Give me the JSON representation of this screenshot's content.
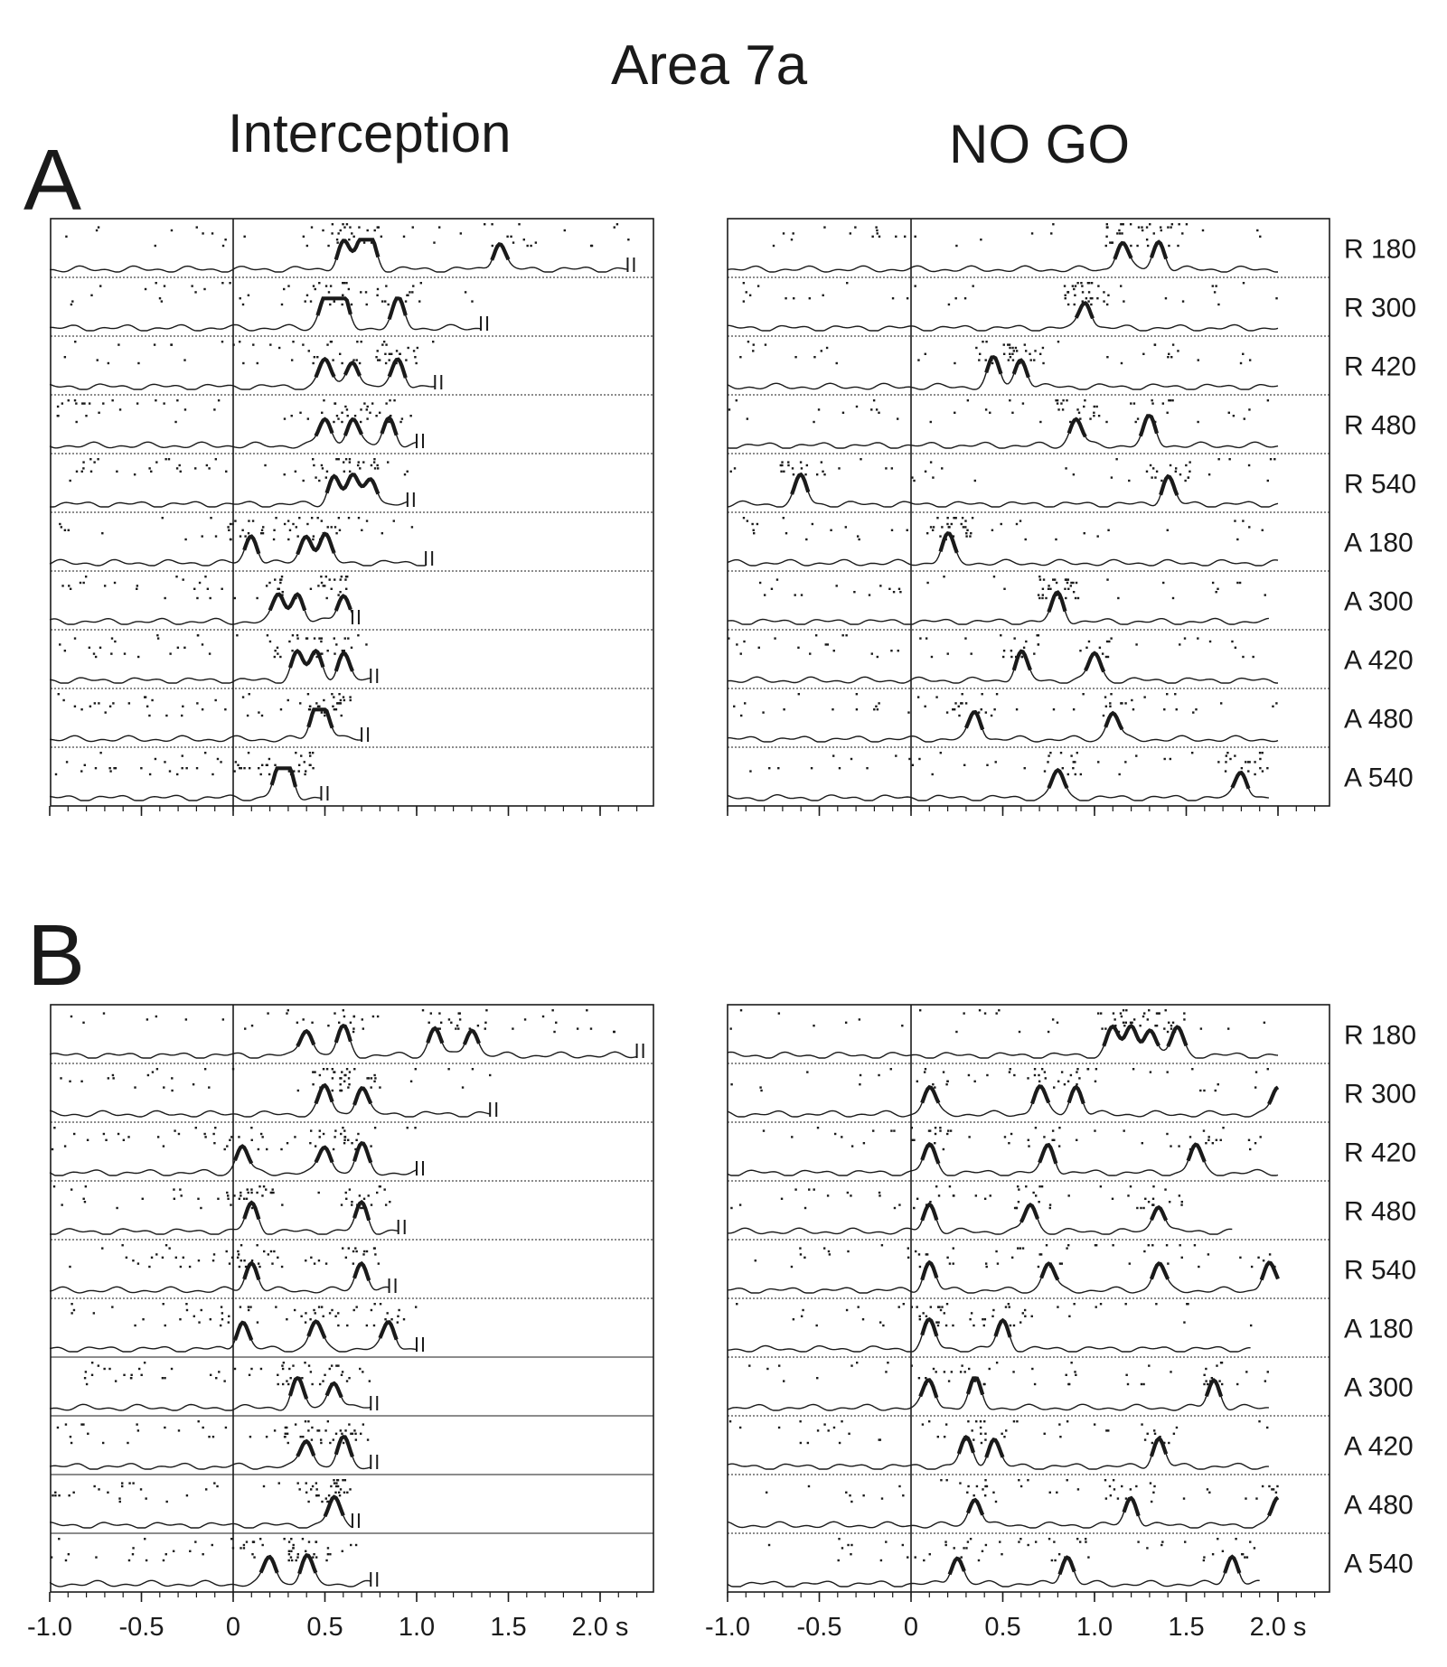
{
  "figure": {
    "title": "Area 7a",
    "columns": [
      "Interception",
      "NO GO"
    ],
    "panels": [
      "A",
      "B"
    ]
  },
  "colors": {
    "ink": "#1a1a1a",
    "background": "#ffffff"
  },
  "chart_data": [
    {
      "type": "raster-histogram",
      "panel": "A",
      "column": "Interception",
      "x_axis": {
        "range": [
          -1.0,
          2.2
        ],
        "ticks": [
          -1.0,
          -0.5,
          0,
          0.5,
          1.0,
          1.5,
          2.0
        ],
        "tick_labels": [
          "-1.0",
          "-0.5",
          "0",
          "0.5",
          "1.0",
          "1.5",
          "2.0 s"
        ]
      },
      "conditions": [
        "R 180",
        "R 300",
        "R 420",
        "R 480",
        "R 540",
        "A 180",
        "A 300",
        "A 420",
        "A 480",
        "A 540"
      ],
      "trial_end": [
        2.15,
        1.35,
        1.1,
        1.0,
        0.95,
        1.05,
        0.65,
        0.75,
        0.7,
        0.48
      ],
      "peaks": [
        [
          0.6,
          0.7,
          0.75,
          1.45
        ],
        [
          0.5,
          0.55,
          0.6,
          0.9
        ],
        [
          0.5,
          0.65,
          0.9
        ],
        [
          0.5,
          0.65,
          0.85
        ],
        [
          0.55,
          0.65,
          0.75
        ],
        [
          0.1,
          0.4,
          0.5
        ],
        [
          0.25,
          0.35,
          0.6
        ],
        [
          0.35,
          0.45,
          0.6
        ],
        [
          0.45,
          0.5
        ],
        [
          0.25,
          0.3
        ]
      ]
    },
    {
      "type": "raster-histogram",
      "panel": "A",
      "column": "NO GO",
      "x_axis": {
        "range": [
          -1.0,
          2.2
        ],
        "ticks": [
          -1.0,
          -0.5,
          0,
          0.5,
          1.0,
          1.5,
          2.0
        ],
        "tick_labels": [
          "-1.0",
          "-0.5",
          "0",
          "0.5",
          "1.0",
          "1.5",
          "2.0 s"
        ]
      },
      "conditions": [
        "R 180",
        "R 300",
        "R 420",
        "R 480",
        "R 540",
        "A 180",
        "A 300",
        "A 420",
        "A 480",
        "A 540"
      ],
      "trial_end": [
        2.0,
        2.0,
        2.0,
        2.0,
        2.0,
        2.0,
        1.95,
        2.0,
        2.0,
        1.95
      ],
      "peaks": [
        [
          1.15,
          1.35
        ],
        [
          0.95
        ],
        [
          0.45,
          0.6
        ],
        [
          0.9,
          1.3
        ],
        [
          -0.6,
          1.4
        ],
        [
          0.2
        ],
        [
          0.8
        ],
        [
          0.6,
          1.0
        ],
        [
          0.35,
          1.1
        ],
        [
          0.8,
          1.8
        ]
      ]
    },
    {
      "type": "raster-histogram",
      "panel": "B",
      "column": "Interception",
      "x_axis": {
        "range": [
          -1.0,
          2.2
        ],
        "ticks": [
          -1.0,
          -0.5,
          0,
          0.5,
          1.0,
          1.5,
          2.0
        ],
        "tick_labels": [
          "-1.0",
          "-0.5",
          "0",
          "0.5",
          "1.0",
          "1.5",
          "2.0 s"
        ]
      },
      "conditions": [
        "R 180",
        "R 300",
        "R 420",
        "R 480",
        "R 540",
        "A 180",
        "A 300",
        "A 420",
        "A 480",
        "A 540"
      ],
      "trial_end": [
        2.2,
        1.4,
        1.0,
        0.9,
        0.85,
        1.0,
        0.75,
        0.75,
        0.65,
        0.75
      ],
      "peaks": [
        [
          0.4,
          0.6,
          1.1,
          1.3
        ],
        [
          0.7,
          0.5
        ],
        [
          0.05,
          0.5,
          0.7
        ],
        [
          0.1,
          0.7
        ],
        [
          0.1,
          0.7
        ],
        [
          0.05,
          0.45,
          0.85
        ],
        [
          0.35,
          0.55
        ],
        [
          0.4,
          0.6
        ],
        [
          0.55
        ],
        [
          0.2,
          0.4
        ]
      ]
    },
    {
      "type": "raster-histogram",
      "panel": "B",
      "column": "NO GO",
      "x_axis": {
        "range": [
          -1.0,
          2.2
        ],
        "ticks": [
          -1.0,
          -0.5,
          0,
          0.5,
          1.0,
          1.5,
          2.0
        ],
        "tick_labels": [
          "-1.0",
          "-0.5",
          "0",
          "0.5",
          "1.0",
          "1.5",
          "2.0 s"
        ]
      },
      "conditions": [
        "R 180",
        "R 300",
        "R 420",
        "R 480",
        "R 540",
        "A 180",
        "A 300",
        "A 420",
        "A 480",
        "A 540"
      ],
      "trial_end": [
        2.0,
        2.0,
        2.0,
        1.75,
        2.0,
        1.85,
        1.95,
        1.95,
        2.0,
        1.9
      ],
      "peaks": [
        [
          1.1,
          1.2,
          1.3,
          1.45
        ],
        [
          0.1,
          0.7,
          0.9,
          2.0
        ],
        [
          0.1,
          0.75,
          1.55
        ],
        [
          0.1,
          0.65,
          1.35
        ],
        [
          0.1,
          0.75,
          1.35,
          1.95
        ],
        [
          0.1,
          0.5
        ],
        [
          0.1,
          0.35,
          1.65
        ],
        [
          0.3,
          0.45,
          1.35
        ],
        [
          0.35,
          1.2,
          2.0
        ],
        [
          0.25,
          0.85,
          1.75
        ]
      ]
    }
  ]
}
